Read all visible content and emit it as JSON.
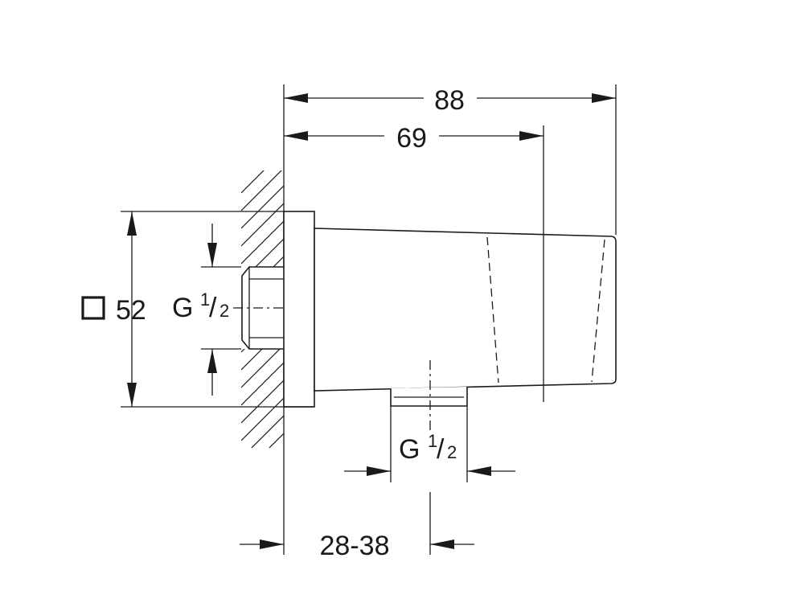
{
  "dimensions": {
    "overall_length": "88",
    "body_length": "69",
    "square_size": "52",
    "wall_range": "28-38"
  },
  "threads": {
    "inlet": {
      "main": "G",
      "num": "1",
      "slash": "/",
      "den": "2"
    },
    "outlet": {
      "main": "G",
      "num": "1",
      "slash": "/",
      "den": "2"
    }
  },
  "symbols": {
    "square": "square-symbol"
  }
}
